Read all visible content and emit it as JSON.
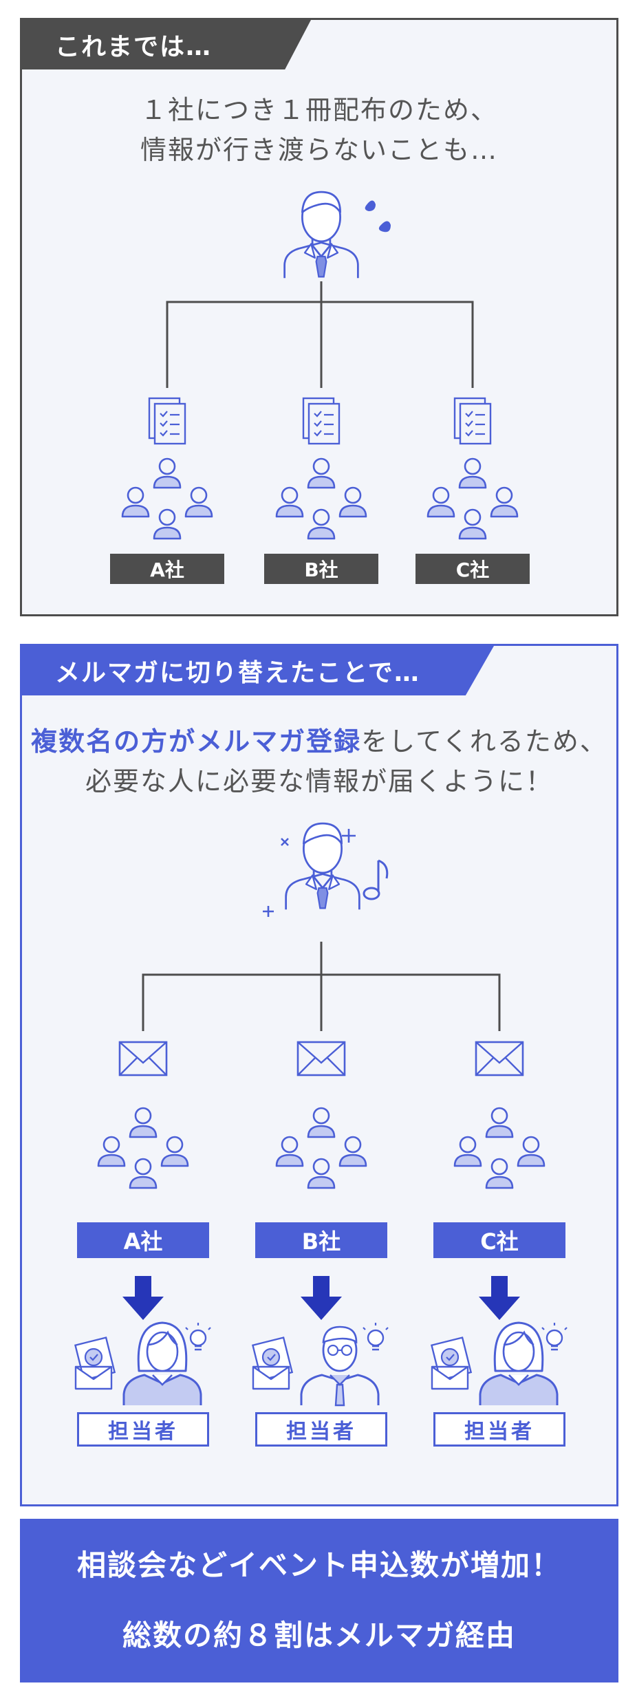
{
  "before": {
    "tab_label": "これまでは…",
    "lead_line_1": "１社につき１冊配布のため、",
    "lead_line_2": "情報が行き渡らないことも…",
    "companies": [
      "A社",
      "B社",
      "C社"
    ]
  },
  "after": {
    "tab_label": "メルマガに切り替えたことで…",
    "lead_highlight": "複数名の方がメルマガ登録",
    "lead_rest": "をしてくれるため、",
    "lead_line_2": "必要な人に必要な情報が届くように！",
    "companies": [
      "A社",
      "B社",
      "C社"
    ],
    "contact_label": "担当者"
  },
  "result": {
    "line_1": "相談会などイベント申込数が増加！",
    "line_2": "総数の約８割はメルマガ経由"
  },
  "colors": {
    "accent": "#4b5fd6",
    "dark": "#4d4d4d",
    "panel_bg": "#f3f5fa",
    "light_person": "#c3cbf2",
    "arrow": "#2636b8"
  },
  "icons": [
    "worried-man-icon",
    "document-icon",
    "people-group-icon",
    "happy-man-icon",
    "envelope-icon",
    "down-arrow-icon",
    "female-contact-icon",
    "male-contact-icon",
    "newsletter-icon",
    "lightbulb-icon",
    "sparkle-icon",
    "music-note-icon"
  ]
}
